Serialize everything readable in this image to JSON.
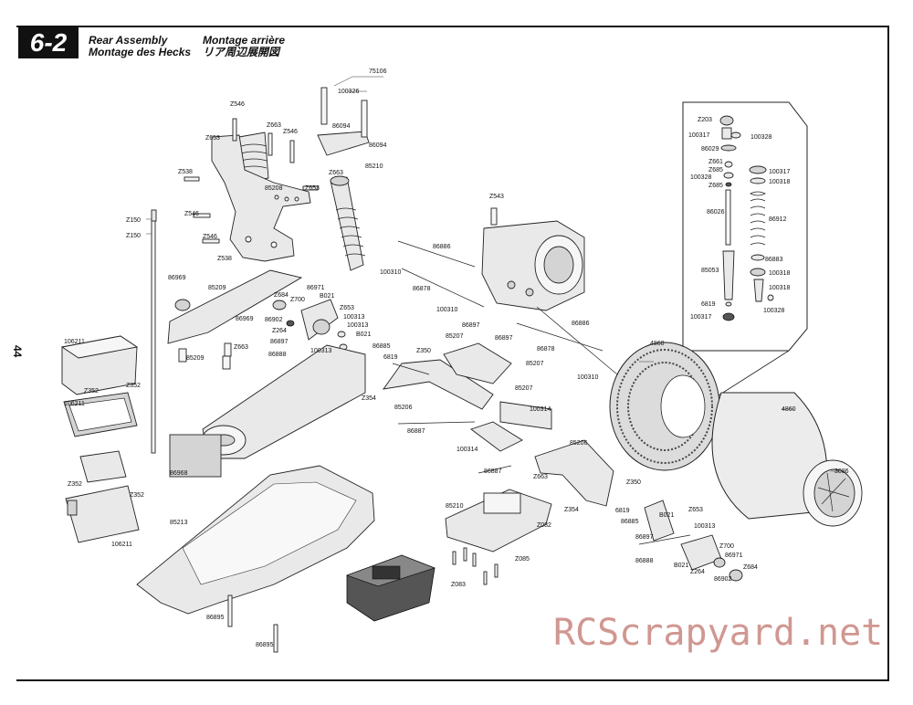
{
  "header": {
    "section": "6-2",
    "title_en": "Rear Assembly",
    "title_de": "Montage des Hecks",
    "title_fr": "Montage arrière",
    "title_jp": "リア周辺展開図"
  },
  "page_number": "44",
  "watermark": "RCScrapyard.net",
  "labels": [
    "Z546",
    "Z663",
    "Z546",
    "Z653",
    "Z538",
    "85208",
    "Z653",
    "Z663",
    "Z546",
    "Z546",
    "Z538",
    "Z150",
    "Z150",
    "75106",
    "100326",
    "86094",
    "86094",
    "85210",
    "Z543",
    "86886",
    "100310",
    "86878",
    "100310",
    "86969",
    "85209",
    "86971",
    "B021",
    "Z684",
    "Z700",
    "Z653",
    "100313",
    "100313",
    "86902",
    "Z264",
    "86897",
    "86897",
    "85207",
    "B021",
    "Z663",
    "86969",
    "85209",
    "86888",
    "100313",
    "86885",
    "6819",
    "Z350",
    "86897",
    "86878",
    "85207",
    "100310",
    "86886",
    "85207",
    "Z354",
    "85206",
    "100314",
    "86887",
    "100314",
    "85206",
    "106211",
    "Z352",
    "Z352",
    "106211",
    "86968",
    "Z352",
    "Z352",
    "106211",
    "85213",
    "86895",
    "86895",
    "86887",
    "Z663",
    "85210",
    "Z082",
    "Z085",
    "Z083",
    "Z350",
    "6819",
    "Z354",
    "B021",
    "86885",
    "86897",
    "Z653",
    "100313",
    "Z700",
    "86888",
    "B021",
    "Z264",
    "86971",
    "Z684",
    "86902",
    "4860",
    "4860",
    "3086",
    "Z203",
    "100317",
    "100328",
    "86029",
    "Z661",
    "Z685",
    "100328",
    "Z685",
    "100317",
    "100318",
    "86026",
    "86912",
    "86883",
    "85053",
    "100318",
    "100318",
    "6819",
    "100317",
    "100328"
  ]
}
